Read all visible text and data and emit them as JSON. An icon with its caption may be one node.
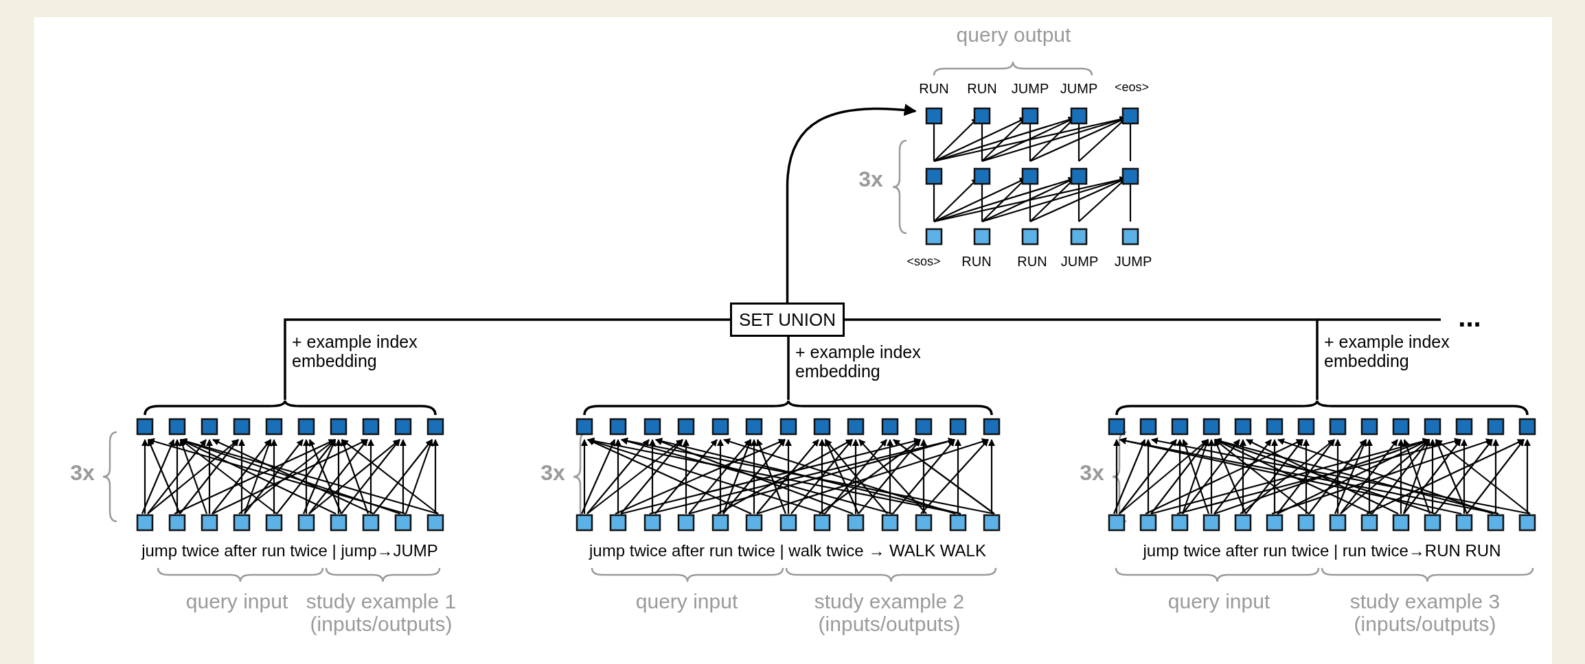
{
  "diagram": {
    "nodes": [
      {
        "text": [
          "SET UNION"
        ]
      },
      {
        "text": [],
        "shape": "picture",
        "beside": [
          "query output"
        ]
      },
      {
        "text": [],
        "shape": "picture",
        "beside": [
          "jump twice after run twice | jump→JUMP"
        ]
      },
      {
        "text": [],
        "shape": "picture",
        "beside": [
          "jump twice after run twice | walk twice →  WALK WALK"
        ]
      },
      {
        "text": [],
        "shape": "picture",
        "beside": [
          "jump twice after run twice | run twice→RUN RUN"
        ]
      }
    ],
    "edges": [
      {
        "from": 0,
        "to": 1,
        "arrow": "to"
      },
      {
        "from": 2,
        "to": 0,
        "arrow": "none",
        "label": "+ example index embedding"
      },
      {
        "from": 3,
        "to": 0,
        "arrow": "none",
        "label": "+ example index embedding"
      },
      {
        "from": 4,
        "to": 0,
        "arrow": "none",
        "label": "+ example index embedding"
      }
    ],
    "labels": [
      "RUN",
      "RUN",
      "JUMP",
      "JUMP",
      "<eos>",
      "3x",
      "<sos>",
      "RUN",
      "RUN",
      "JUMP",
      "JUMP",
      "...",
      "3x",
      "3x",
      "3x",
      "query input",
      "study example 1 (inputs/outputs)",
      "query input",
      "study example 2 (inputs/outputs)",
      "query input",
      "study example 3 (inputs/outputs)"
    ]
  }
}
